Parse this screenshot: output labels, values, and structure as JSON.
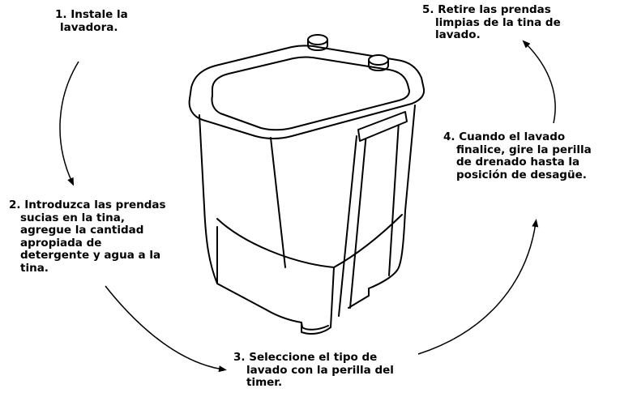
{
  "steps": [
    {
      "number": "1.",
      "lines": [
        "Instale la",
        "lavadora."
      ]
    },
    {
      "number": "2.",
      "lines": [
        "Introduzca las prendas",
        "sucias en la tina,",
        "agregue la cantidad",
        "apropiada de",
        "detergente y agua a la",
        "tina."
      ]
    },
    {
      "number": "3.",
      "lines": [
        "Seleccione el tipo de",
        "lavado con la perilla del",
        "timer."
      ]
    },
    {
      "number": "4.",
      "lines": [
        "Cuando el lavado",
        "finalice, gire la perilla",
        "de drenado hasta la",
        "posición de desagüe."
      ]
    },
    {
      "number": "5.",
      "lines": [
        "Retire las prendas",
        "limpias de la tina de",
        "lavado."
      ]
    }
  ],
  "icons": [
    "washing-machine",
    "arrow-step1-to-step2",
    "arrow-step2-to-step3",
    "arrow-step3-to-step4",
    "arrow-step4-to-step5"
  ]
}
